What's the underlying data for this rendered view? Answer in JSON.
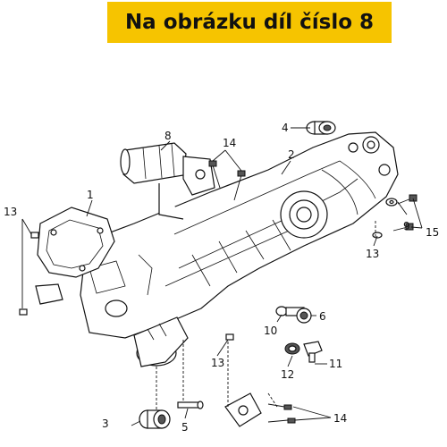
{
  "banner": {
    "text": "Na obrázku díl číslo 8",
    "color": "#f6c400"
  },
  "callouts": {
    "c1": "1",
    "c2": "2",
    "c3": "3",
    "c4": "4",
    "c5": "5",
    "c6": "6",
    "c8": "8",
    "c9": "9",
    "c10": "10",
    "c11": "11",
    "c12": "12",
    "c13a": "13",
    "c13b": "13",
    "c13c": "13",
    "c14a": "14",
    "c14b": "14",
    "c15": "15"
  }
}
